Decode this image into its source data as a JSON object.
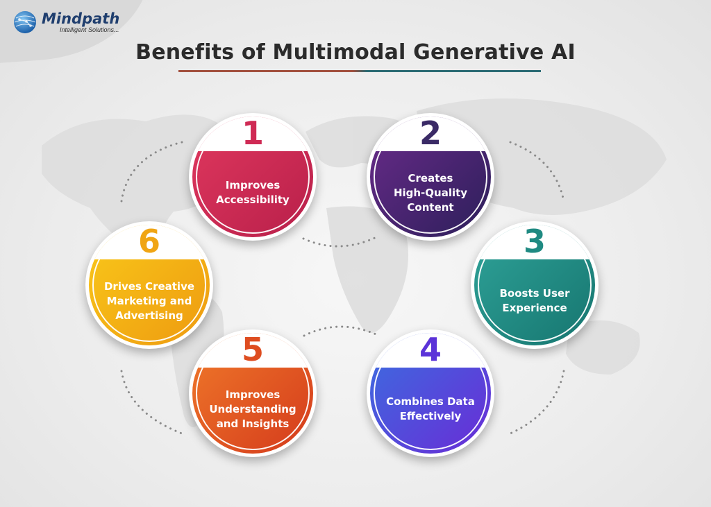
{
  "logo": {
    "name": "Mindpath",
    "tagline": "Intelligent Solutions..."
  },
  "title": "Benefits of Multimodal Generative AI",
  "colors": {
    "title_rule_left": "#a2503e",
    "title_rule_right": "#2b6b74"
  },
  "benefits": [
    {
      "number": "1",
      "label": "Improves\nAccessibility",
      "gradient": [
        "#e0385e",
        "#b81f4a"
      ],
      "number_color": "#cf2a54"
    },
    {
      "number": "2",
      "label": "Creates\nHigh-Quality\nContent",
      "gradient": [
        "#6a2b8a",
        "#2c1f5a"
      ],
      "number_color": "#3a2a66"
    },
    {
      "number": "3",
      "label": "Boosts User\nExperience",
      "gradient": [
        "#2fa399",
        "#16756f"
      ],
      "number_color": "#1f8a82"
    },
    {
      "number": "4",
      "label": "Combines Data\nEffectively",
      "gradient": [
        "#3a6fe0",
        "#6a2bd6"
      ],
      "number_color": "#5b33d8"
    },
    {
      "number": "5",
      "label": "Improves\nUnderstanding\nand Insights",
      "gradient": [
        "#f07a2a",
        "#d43a1c"
      ],
      "number_color": "#de4d20"
    },
    {
      "number": "6",
      "label": "Drives Creative\nMarketing and\nAdvertising",
      "gradient": [
        "#f9c91a",
        "#ee9a10"
      ],
      "number_color": "#f0a514"
    }
  ]
}
